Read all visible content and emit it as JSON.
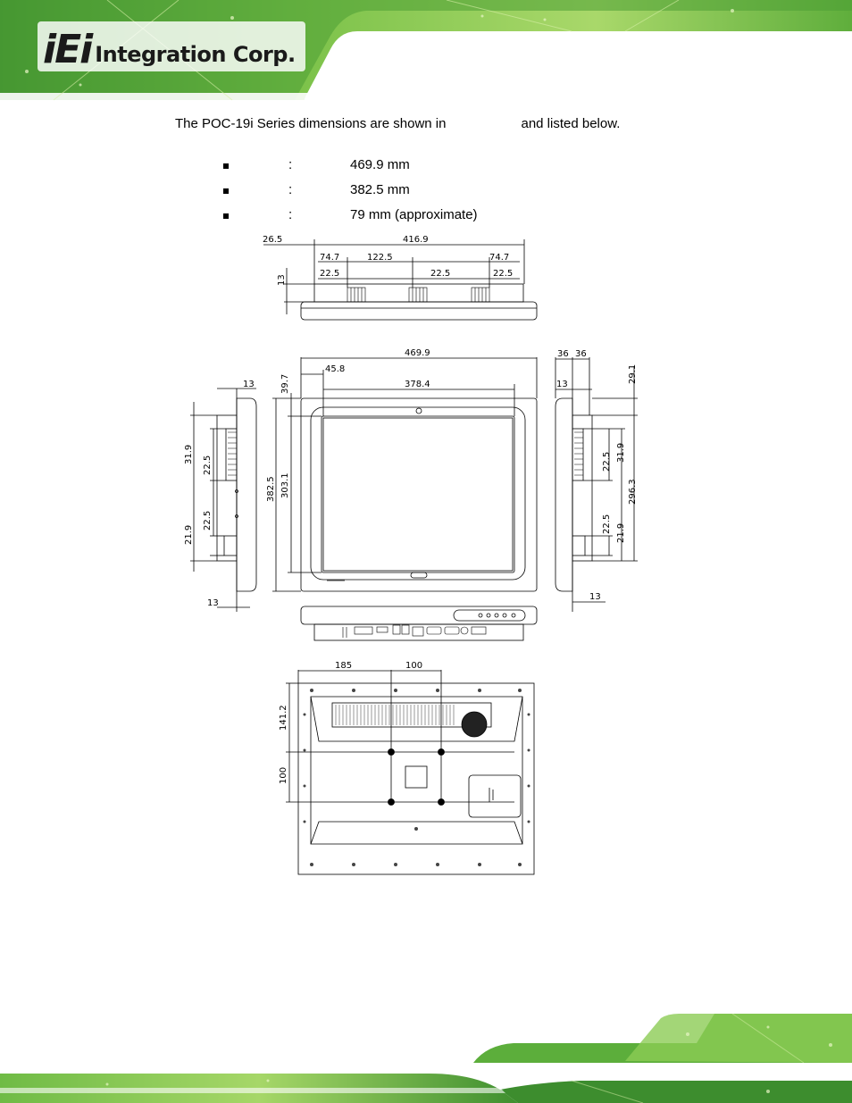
{
  "header": {
    "logo_main": "iEi",
    "logo_sub": "Integration Corp."
  },
  "intro": {
    "before": "The POC-19i Series dimensions are shown in",
    "after": "and listed below."
  },
  "dimensions": [
    {
      "colon": ":",
      "value": "469.9 mm"
    },
    {
      "colon": ":",
      "value": "382.5 mm"
    },
    {
      "colon": ":",
      "value": "79 mm (approximate)"
    }
  ],
  "drawing_labels": {
    "top_left_offset": "26.5",
    "top_width": "416.9",
    "top_74a": "74.7",
    "top_122": "122.5",
    "top_74b": "74.7",
    "top_225a": "22.5",
    "top_225b": "22.5",
    "top_225c": "22.5",
    "top_13": "13",
    "front_width": "469.9",
    "front_458": "45.8",
    "front_3784": "378.4",
    "front_397": "39.7",
    "front_height": "382.5",
    "front_3031": "303.1",
    "right_36a": "36",
    "right_36b": "36",
    "right_13a": "13",
    "right_291": "29.1",
    "right_2963": "296.3",
    "right_319": "31.9",
    "right_225a": "22.5",
    "right_225b": "22.5",
    "right_219": "21.9",
    "right_13b": "13",
    "left_13a": "13",
    "left_319": "31.9",
    "left_225a": "22.5",
    "left_225b": "22.5",
    "left_219": "21.9",
    "left_13b": "13",
    "rear_185": "185",
    "rear_100a": "100",
    "rear_1412": "141.2",
    "rear_100b": "100"
  },
  "colors": {
    "banner_green": "#5aa83a",
    "banner_light": "#b8e07a",
    "banner_dark": "#2e7d32"
  }
}
